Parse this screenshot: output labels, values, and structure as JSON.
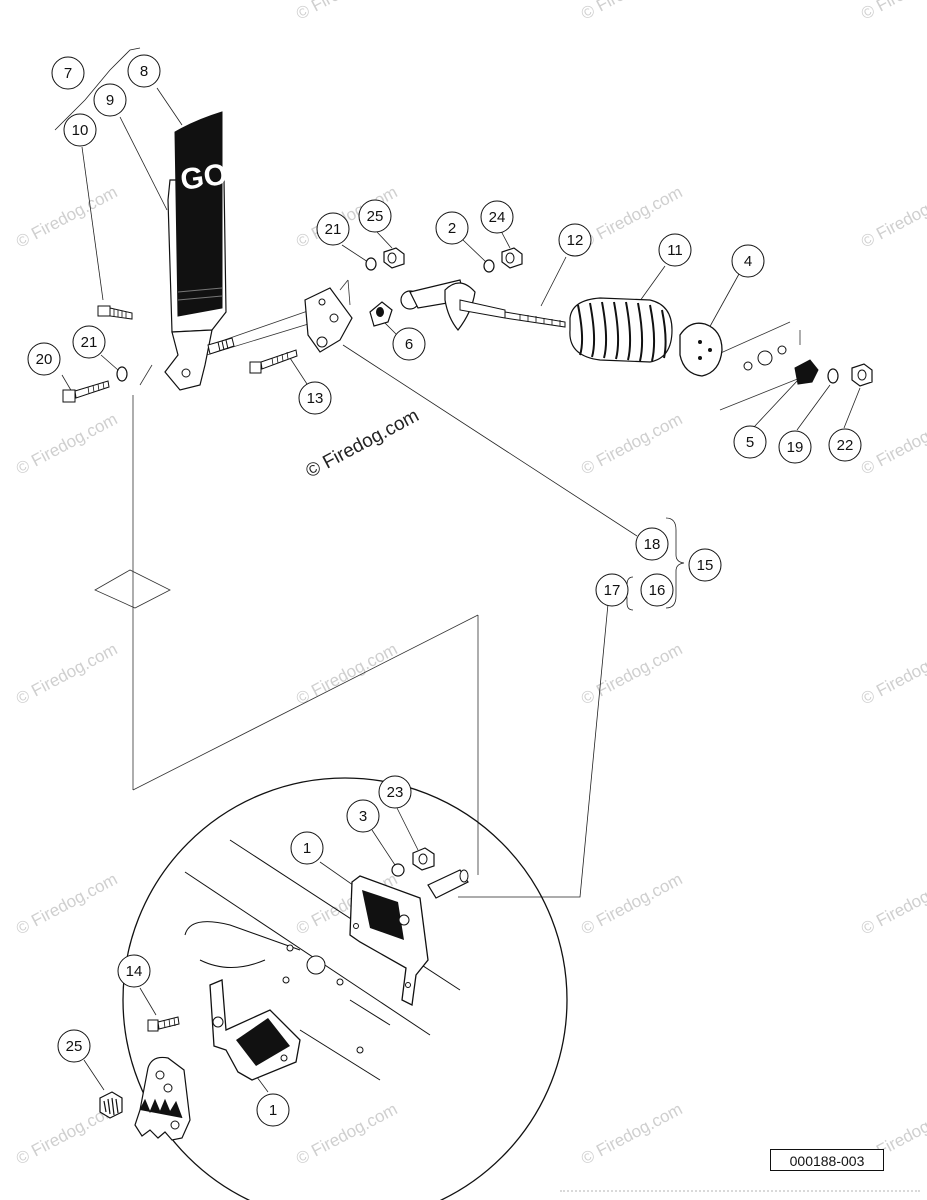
{
  "pedal": {
    "label": "GO"
  },
  "watermarks": {
    "text": "© Firedog.com",
    "center_text": "© Firedog.com"
  },
  "document_number": "000188-003",
  "callouts": [
    {
      "id": "c7",
      "label": "7"
    },
    {
      "id": "c8",
      "label": "8"
    },
    {
      "id": "c9",
      "label": "9"
    },
    {
      "id": "c10",
      "label": "10"
    },
    {
      "id": "c21a",
      "label": "21"
    },
    {
      "id": "c25a",
      "label": "25"
    },
    {
      "id": "c2",
      "label": "2"
    },
    {
      "id": "c24",
      "label": "24"
    },
    {
      "id": "c12",
      "label": "12"
    },
    {
      "id": "c11",
      "label": "11"
    },
    {
      "id": "c4",
      "label": "4"
    },
    {
      "id": "c21b",
      "label": "21"
    },
    {
      "id": "c20",
      "label": "20"
    },
    {
      "id": "c6",
      "label": "6"
    },
    {
      "id": "c13",
      "label": "13"
    },
    {
      "id": "c5",
      "label": "5"
    },
    {
      "id": "c19",
      "label": "19"
    },
    {
      "id": "c22",
      "label": "22"
    },
    {
      "id": "c18",
      "label": "18"
    },
    {
      "id": "c15",
      "label": "15"
    },
    {
      "id": "c17",
      "label": "17"
    },
    {
      "id": "c16",
      "label": "16"
    },
    {
      "id": "c3",
      "label": "3"
    },
    {
      "id": "c23",
      "label": "23"
    },
    {
      "id": "c1a",
      "label": "1"
    },
    {
      "id": "c14",
      "label": "14"
    },
    {
      "id": "c25b",
      "label": "25"
    },
    {
      "id": "c1b",
      "label": "1"
    }
  ]
}
